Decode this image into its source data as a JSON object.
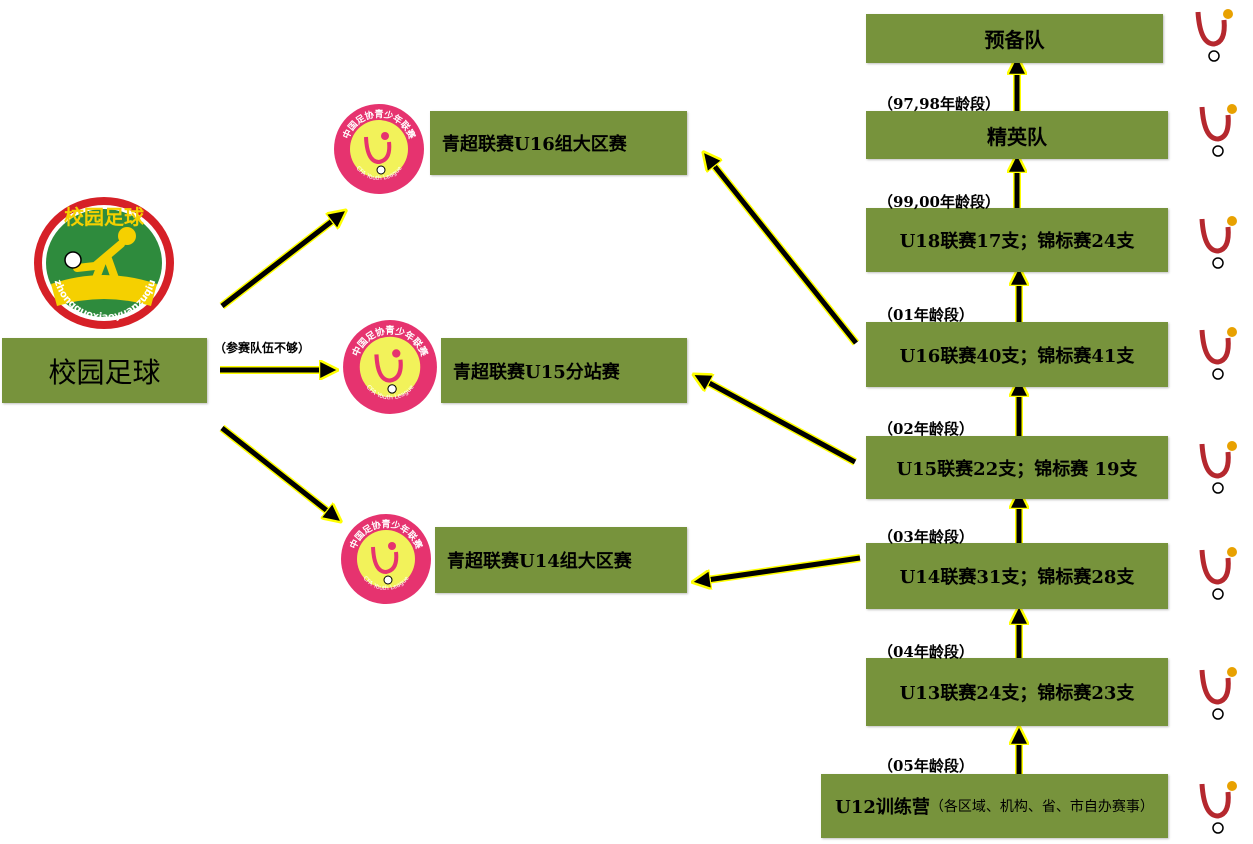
{
  "colors": {
    "box_fill": "#77933c",
    "arrow_fill": "#000000",
    "arrow_outline": "#ffff00",
    "badge_pink": "#e6336f",
    "badge_yellow": "#f2f25a"
  },
  "source": {
    "label": "校园足球",
    "logo": {
      "title": "校园足球",
      "subtitle": "zhongguoxiaoyuanzuqiu",
      "icon": "campus-football-logo"
    }
  },
  "note_insufficient": "（参赛队伍不够）",
  "competitions": [
    {
      "label": "青超联赛U16组大区赛",
      "badge_text": "中国足协青少年联赛",
      "badge_sub": "CFA Youth League"
    },
    {
      "label": "青超联赛U15分站赛",
      "badge_text": "中国足协青少年联赛",
      "badge_sub": "CFA Youth League"
    },
    {
      "label": "青超联赛U14组大区赛",
      "badge_text": "中国足协青少年联赛",
      "badge_sub": "CFA Youth League"
    }
  ],
  "ladder": [
    {
      "label": "预备队",
      "age": ""
    },
    {
      "label": "精英队",
      "age": "（97,98年龄段）"
    },
    {
      "label": "U18联赛17支；锦标赛24支",
      "age": "（99,00年龄段）"
    },
    {
      "label": "U16联赛40支；锦标赛41支",
      "age": "（01年龄段）"
    },
    {
      "label": "U15联赛22支；锦标赛 19支",
      "age": "（02年龄段）"
    },
    {
      "label": "U14联赛31支；锦标赛28支",
      "age": "（03年龄段）"
    },
    {
      "label": "U13联赛24支；锦标赛23支",
      "age": "（04年龄段）"
    },
    {
      "label": "U12训练营",
      "label_sub": "（各区域、机构、省、市自办赛事）",
      "age": "（05年龄段）"
    }
  ]
}
